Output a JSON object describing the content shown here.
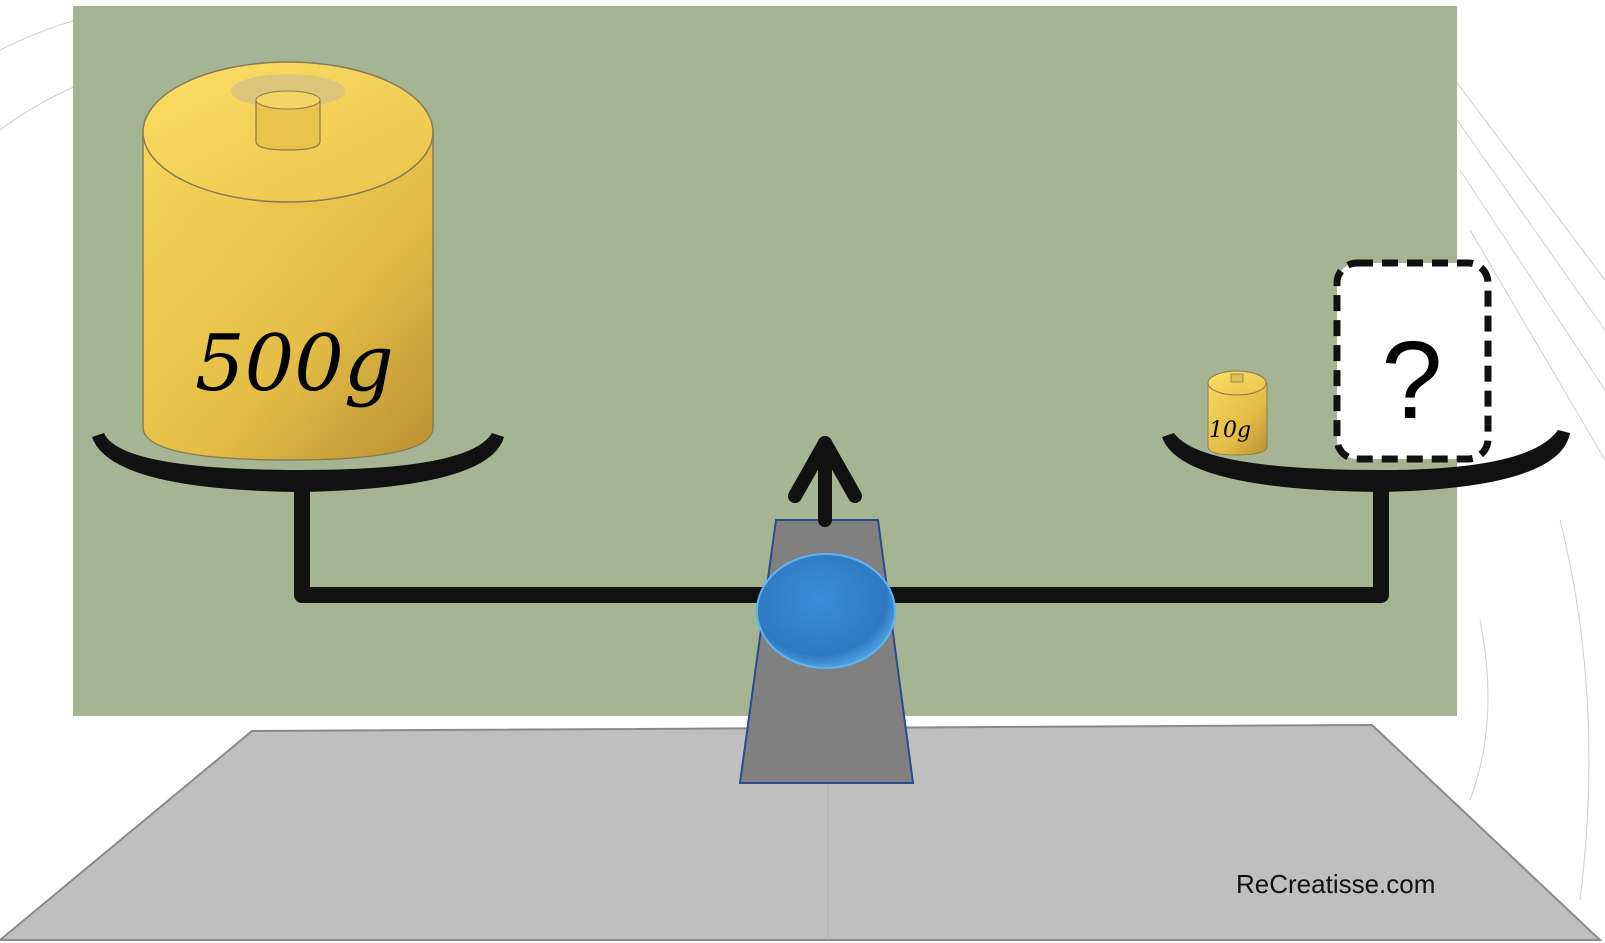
{
  "left_weight": {
    "label": "500g",
    "mass_g": 500
  },
  "right_weight": {
    "label": "10g",
    "mass_g": 10
  },
  "unknown_box": {
    "label": "?"
  },
  "watermark": {
    "text": "ReCreatisse.com"
  },
  "colors": {
    "panel": "#a5b594",
    "weight_gold": "#e9c44c",
    "beam": "#111111",
    "pivot_blue": "#3d8fd8",
    "stand": "#808080",
    "base": "#bfbfbf"
  }
}
